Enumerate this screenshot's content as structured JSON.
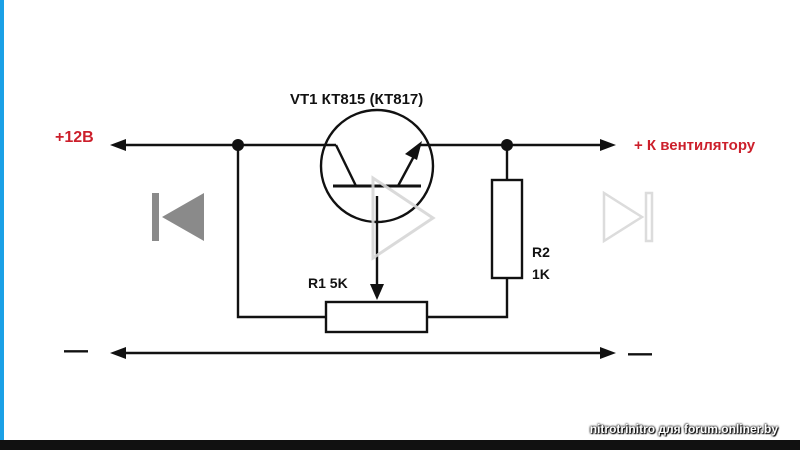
{
  "diagram": {
    "transistor_label": "VT1 КТ815 (КТ817)",
    "input_label": "+12В",
    "output_label": "+ К вентилятору",
    "r1_label": "R1 5K",
    "r2_name": "R2",
    "r2_value": "1K",
    "minus_left": "—",
    "minus_right": "—"
  },
  "player": {
    "prev_icon": "skip-back-icon",
    "play_icon": "play-icon",
    "next_icon": "skip-forward-icon"
  },
  "watermark": "nitrotrinitro для forum.onliner.by",
  "colors": {
    "accent": "#1aa0e6",
    "wire": "#111111",
    "label_red": "#cc1f2b",
    "label_dark": "#111111",
    "overlay": "#8a8a8a",
    "bottom_bar": "#111111"
  }
}
